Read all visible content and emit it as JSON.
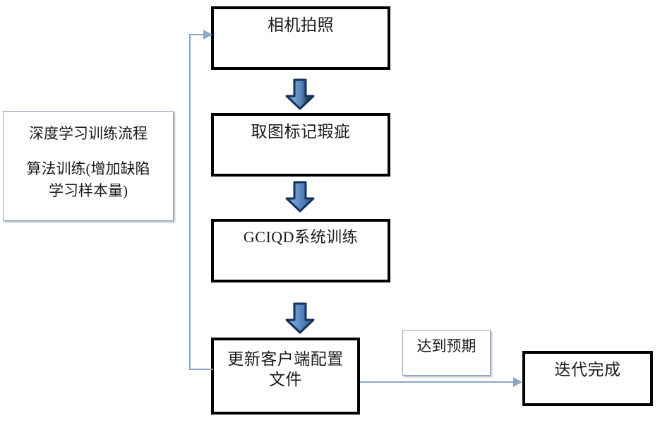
{
  "diagram": {
    "type": "flowchart",
    "title": "深度学习训练流程",
    "nodes": {
      "camera": {
        "label": "相机拍照"
      },
      "mark": {
        "label": "取图标记瑕疵"
      },
      "train": {
        "label": "GCIQD系统训练"
      },
      "update": {
        "label": "更新客户端配置\n文件"
      },
      "done": {
        "label": "迭代完成"
      }
    },
    "notes": {
      "training_process": {
        "line1": "深度学习训练流程",
        "line2": "算法训练(增加缺陷\n学习样本量)"
      },
      "expected": {
        "label": "达到预期"
      }
    },
    "edges": [
      {
        "from": "camera",
        "to": "mark",
        "style": "block-arrow-down",
        "label": ""
      },
      {
        "from": "mark",
        "to": "train",
        "style": "block-arrow-down",
        "label": ""
      },
      {
        "from": "train",
        "to": "update",
        "style": "block-arrow-down",
        "label": ""
      },
      {
        "from": "update",
        "to": "done",
        "style": "thin-arrow-right",
        "label": "达到预期"
      },
      {
        "from": "update",
        "to": "camera",
        "style": "thin-arrow-feedback-left",
        "label": ""
      }
    ],
    "colors": {
      "node_border": "#000000",
      "node_fill": "#ffffff",
      "note_border": "#8ca0bd",
      "connector": "#8ca8c8",
      "block_arrow_fill": "#5b8ac4",
      "block_arrow_stroke": "#1f3864",
      "text": "#1a1a1a",
      "background": "#ffffff"
    }
  }
}
